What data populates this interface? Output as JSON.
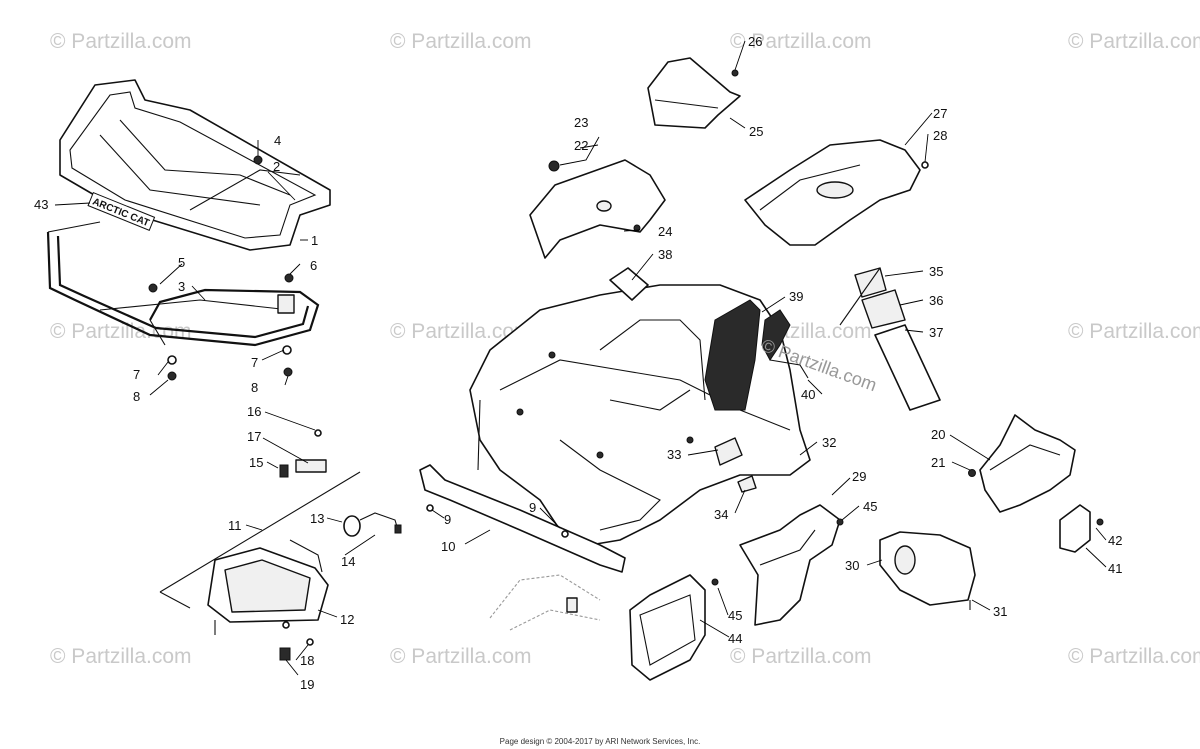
{
  "watermark": "© Partzilla.com",
  "footer": "Page design © 2004-2017 by ARI Network Services, Inc.",
  "decal_text": "ARCTIC CAT",
  "callouts": [
    "1",
    "2",
    "3",
    "4",
    "5",
    "6",
    "7",
    "7",
    "8",
    "8",
    "9",
    "9",
    "10",
    "11",
    "12",
    "13",
    "14",
    "15",
    "16",
    "17",
    "18",
    "19",
    "20",
    "21",
    "22",
    "23",
    "24",
    "25",
    "26",
    "27",
    "28",
    "29",
    "30",
    "31",
    "32",
    "33",
    "34",
    "35",
    "36",
    "37",
    "38",
    "39",
    "40",
    "41",
    "42",
    "43",
    "44",
    "45",
    "45"
  ]
}
